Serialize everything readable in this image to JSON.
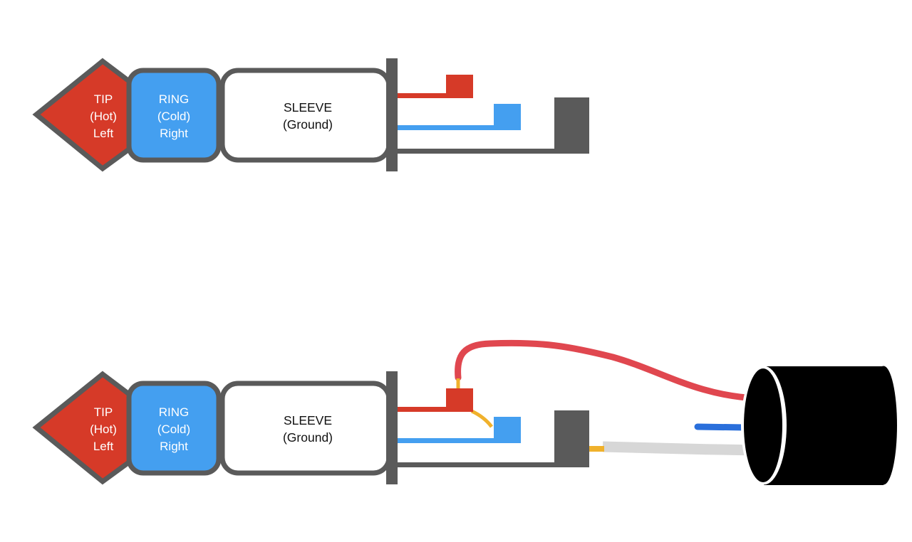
{
  "colors": {
    "tip": "#d63a28",
    "ring": "#449ff0",
    "sleeve": "#ffffff",
    "outline": "#5a5a5a",
    "red_wire": "#e0474f",
    "blue_wire": "#2a6fdb",
    "white_wire": "#d7d7d7",
    "solder": "#f0b12c",
    "cable_jacket": "#000000"
  },
  "top_plug": {
    "tip": {
      "line1": "TIP",
      "line2": "(Hot)",
      "line3": "Left"
    },
    "ring": {
      "line1": "RING",
      "line2": "(Cold)",
      "line3": "Right"
    },
    "sleeve": {
      "line1": "SLEEVE",
      "line2": "(Ground)"
    }
  },
  "bottom_plug": {
    "tip": {
      "line1": "TIP",
      "line2": "(Hot)",
      "line3": "Left"
    },
    "ring": {
      "line1": "RING",
      "line2": "(Cold)",
      "line3": "Right"
    },
    "sleeve": {
      "line1": "SLEEVE",
      "line2": "(Ground)"
    }
  }
}
